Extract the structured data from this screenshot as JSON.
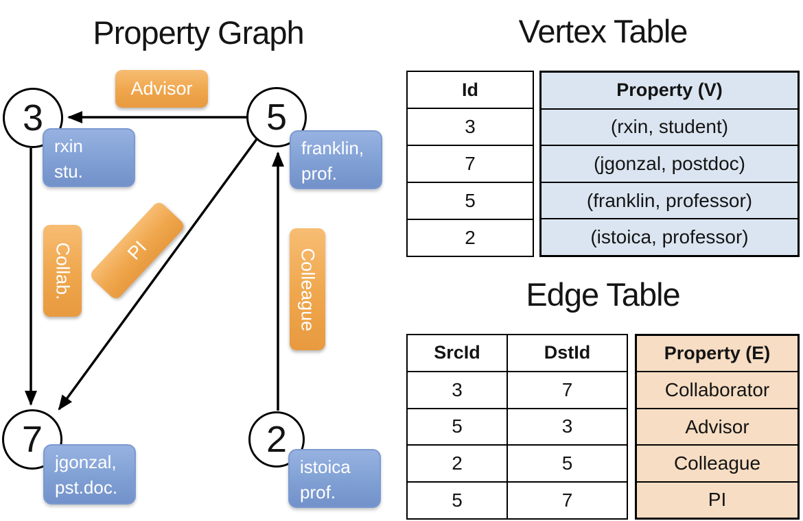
{
  "graph": {
    "title": "Property Graph",
    "nodes": [
      {
        "id": "3",
        "line1": "rxin",
        "line2": "stu."
      },
      {
        "id": "5",
        "line1": "franklin,",
        "line2": "prof."
      },
      {
        "id": "7",
        "line1": "jgonzal,",
        "line2": "pst.doc."
      },
      {
        "id": "2",
        "line1": "istoica",
        "line2": "prof."
      }
    ],
    "edges": [
      {
        "label": "Advisor",
        "src": "5",
        "dst": "3"
      },
      {
        "label": "Collab.",
        "src": "3",
        "dst": "7"
      },
      {
        "label": "PI",
        "src": "5",
        "dst": "7"
      },
      {
        "label": "Colleague",
        "src": "2",
        "dst": "5"
      }
    ]
  },
  "vertex_table": {
    "title": "Vertex Table",
    "columns": [
      "Id",
      "Property (V)"
    ],
    "rows": [
      [
        "3",
        "(rxin, student)"
      ],
      [
        "7",
        "(jgonzal, postdoc)"
      ],
      [
        "5",
        "(franklin, professor)"
      ],
      [
        "2",
        "(istoica, professor)"
      ]
    ]
  },
  "edge_table": {
    "title": "Edge Table",
    "columns": [
      "SrcId",
      "DstId",
      "Property (E)"
    ],
    "rows": [
      [
        "3",
        "7",
        "Collaborator"
      ],
      [
        "5",
        "3",
        "Advisor"
      ],
      [
        "2",
        "5",
        "Colleague"
      ],
      [
        "5",
        "7",
        "PI"
      ]
    ]
  },
  "colors": {
    "vertex_property_fill": "#dbe5f1",
    "edge_property_fill": "#f6ddc3",
    "vertex_box_blue": "#85a3d8",
    "edge_label_orange": "#efa64c",
    "node_fill": "#ffffff",
    "line_black": "#000000"
  }
}
